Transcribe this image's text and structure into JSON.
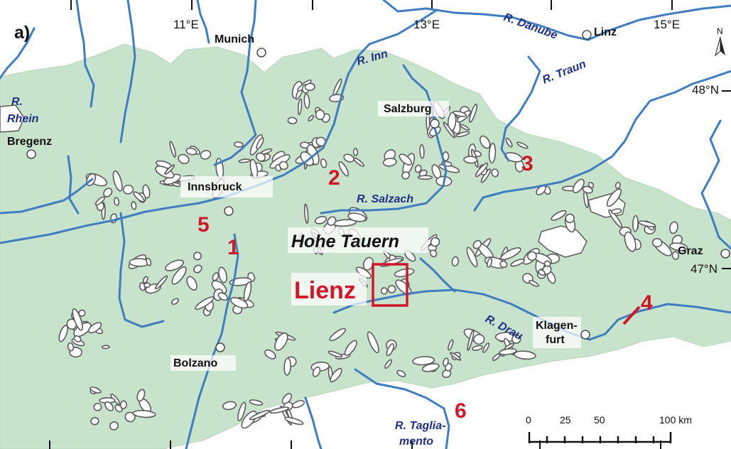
{
  "panel_label": "a)",
  "grid_labels": {
    "lon_11": "11°E",
    "lon_13": "13°E",
    "lon_15": "15°E",
    "lat_48": "48°N",
    "lat_47": "47°N"
  },
  "north_arrow_label": "N",
  "region_label": "Hohe Tauern",
  "study_area_label": "Lienz",
  "cities": [
    {
      "name": "Munich"
    },
    {
      "name": "Linz"
    },
    {
      "name": "Salzburg"
    },
    {
      "name": "Bregenz"
    },
    {
      "name": "Innsbruck"
    },
    {
      "name": "Graz"
    },
    {
      "name": "Klagen-",
      "name_line2": "furt"
    },
    {
      "name": "Bolzano"
    }
  ],
  "rivers": [
    {
      "line1": "R.",
      "line2": "Rhein"
    },
    {
      "line1": "R. Inn"
    },
    {
      "line1": "R. Danube"
    },
    {
      "line1": "R. Traun"
    },
    {
      "line1": "R. Salzach"
    },
    {
      "line1": "R. Drau"
    },
    {
      "line1": "R. Taglia-",
      "line2": "mento"
    }
  ],
  "sites": [
    "1",
    "2",
    "3",
    "4",
    "5",
    "6"
  ],
  "scale_bar": {
    "ticks": [
      "0",
      "25",
      "50",
      "100 km"
    ]
  },
  "colors": {
    "alps_fill": "#c8e3cc",
    "glacier_fill": "#ffffff",
    "river": "#3f7cc0",
    "river_label": "#1f2f86",
    "site_label": "#d2162a",
    "study_box": "#d2162a"
  }
}
